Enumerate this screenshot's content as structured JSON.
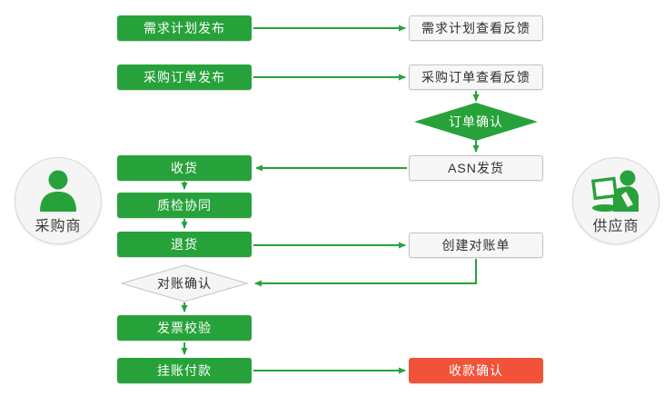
{
  "colors": {
    "process_green": "#27a23a",
    "terminal_red": "#f0533a",
    "supplier_node_bg": "#f7f7f7",
    "supplier_node_border": "#c3c3c3",
    "decision_gray_bg": "#f5f5f5",
    "decision_gray_border": "#c5c5c5",
    "arrow_green": "#27a23a",
    "dark_text": "#2f2f2f"
  },
  "actors": {
    "buyer": {
      "label": "采购商",
      "icon": "person-icon"
    },
    "supplier": {
      "label": "供应商",
      "icon": "person-laptop-icon"
    }
  },
  "nodes": {
    "demand_publish": {
      "label": "需求计划发布",
      "type": "process-buyer"
    },
    "demand_feedback": {
      "label": "需求计划查看反馈",
      "type": "process-supplier"
    },
    "po_publish": {
      "label": "采购订单发布",
      "type": "process-buyer"
    },
    "po_feedback": {
      "label": "采购订单查看反馈",
      "type": "process-supplier"
    },
    "order_confirm": {
      "label": "订单确认",
      "type": "decision-green"
    },
    "asn_ship": {
      "label": "ASN发货",
      "type": "process-supplier"
    },
    "receive": {
      "label": "收货",
      "type": "process-buyer"
    },
    "quality_check": {
      "label": "质检协同",
      "type": "process-buyer"
    },
    "return_goods": {
      "label": "退货",
      "type": "process-buyer"
    },
    "create_statement": {
      "label": "创建对账单",
      "type": "process-supplier"
    },
    "statement_confirm": {
      "label": "对账确认",
      "type": "decision-gray"
    },
    "invoice_check": {
      "label": "发票校验",
      "type": "process-buyer"
    },
    "pending_payment": {
      "label": "挂账付款",
      "type": "process-buyer"
    },
    "receipt_confirm": {
      "label": "收款确认",
      "type": "terminal-red"
    }
  }
}
